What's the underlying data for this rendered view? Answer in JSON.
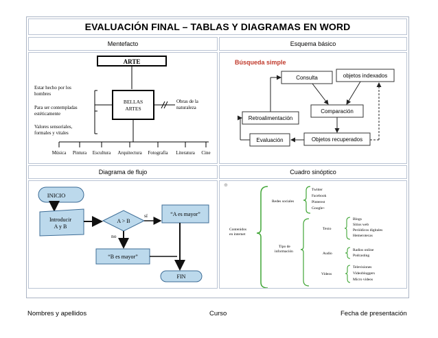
{
  "title": "EVALUACIÓN FINAL – TABLAS Y DIAGRAMAS EN WORD",
  "headers": {
    "mentefacto": "Mentefacto",
    "esquema": "Esquema básico",
    "flujo": "Diagrama de flujo",
    "sinoptico": "Cuadro sinóptico"
  },
  "mentefacto": {
    "top": "ARTE",
    "center": [
      "BELLAS",
      "ARTES"
    ],
    "left": [
      [
        "Estar hecho por los",
        "hombres"
      ],
      [
        "Para ser contempladas",
        "estéticamente"
      ],
      [
        "Valores sensoriales,",
        "formales y vitales"
      ]
    ],
    "right": [
      "Obras de la",
      "naturaleza"
    ],
    "bottom": [
      "Música",
      "Pintura",
      "Escultura",
      "Arquitectura",
      "Fotografía",
      "Literatura",
      "Cine"
    ]
  },
  "esquema": {
    "title": "Búsqueda simple",
    "nodes": {
      "consulta": "Consulta",
      "indexados": "objetos indexados",
      "comparacion": "Comparación",
      "retro": "Retroalimentación",
      "evaluacion": "Evaluación",
      "recuperados": "Objetos recuperados"
    }
  },
  "flujo": {
    "inicio": "INICIO",
    "input": [
      "Introducir",
      "A y B"
    ],
    "decision": "A > B",
    "si": "sí",
    "no": "no",
    "a_mayor": "“A es mayor”",
    "b_mayor": "“B es mayor”",
    "fin": "FIN"
  },
  "sinoptico": {
    "root": [
      "Contenidos",
      "en internet"
    ],
    "redes_label": "Redes sociales",
    "redes": [
      "Twitter",
      "Facebook",
      "Pinterest",
      "Google+"
    ],
    "tipo_label": [
      "Tipo de",
      "información"
    ],
    "texto_label": "Texto",
    "texto": [
      "Blogs",
      "Sitios web",
      "Periódicos digitales",
      "Hemerotecas"
    ],
    "audio_label": "Audio",
    "audio": [
      "Radios online",
      "Podcasting"
    ],
    "videos_label": "Videos",
    "videos": [
      "Televisiones",
      "Videobloggers",
      "Micro videos"
    ]
  },
  "footer": {
    "nombres": "Nombres y apellidos",
    "curso": "Curso",
    "fecha": "Fecha de presentación"
  },
  "colors": {
    "flow_fill": "#bcd9ec",
    "flow_stroke": "#3b6b95",
    "brace": "#3fa535",
    "esquema_title": "#c0392b"
  }
}
